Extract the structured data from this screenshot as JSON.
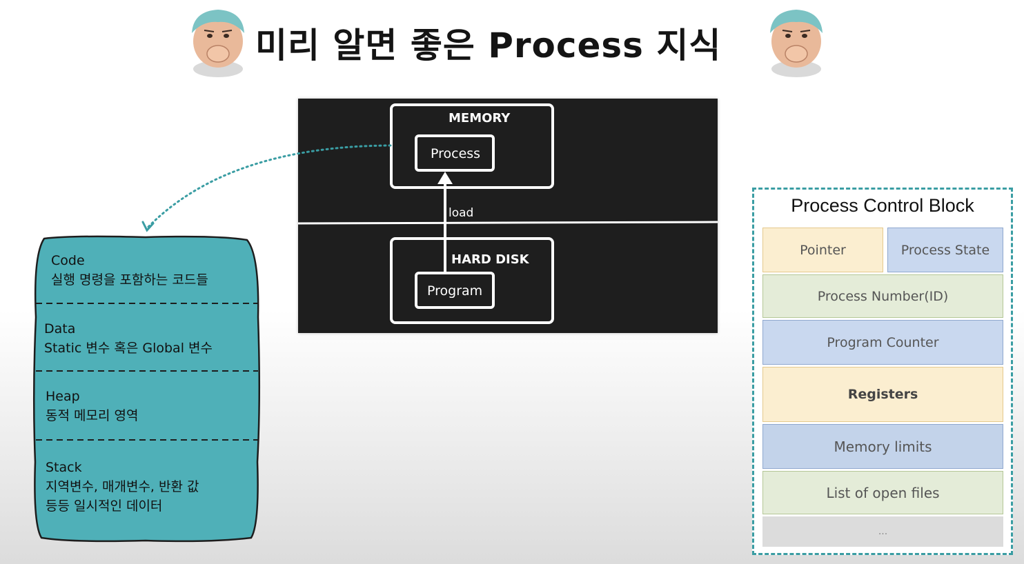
{
  "title": "미리 알면 좋은 Process 지식",
  "diagram": {
    "memory_label": "MEMORY",
    "process_label": "Process",
    "load_label": "load",
    "disk_label": "HARD DISK",
    "program_label": "Program"
  },
  "segments": [
    {
      "name": "Code",
      "desc": "실행 명령을 포함하는 코드들"
    },
    {
      "name": "Data",
      "desc": "Static 변수 혹은 Global 변수"
    },
    {
      "name": "Heap",
      "desc": "동적 메모리 영역"
    },
    {
      "name": "Stack",
      "desc": "지역변수, 매개변수, 반환 값",
      "desc2": "등등 일시적인 데이터"
    }
  ],
  "pcb": {
    "title": "Process Control Block",
    "pointer": "Pointer",
    "state": "Process State",
    "pid": "Process Number(ID)",
    "pc": "Program Counter",
    "registers": "Registers",
    "memory_limits": "Memory limits",
    "open_files": "List of open files",
    "more": "..."
  },
  "colors": {
    "blob_fill": "#4fb0b8",
    "pcb_border": "#3a9da3",
    "diagram_bg": "#1e1e1e"
  }
}
